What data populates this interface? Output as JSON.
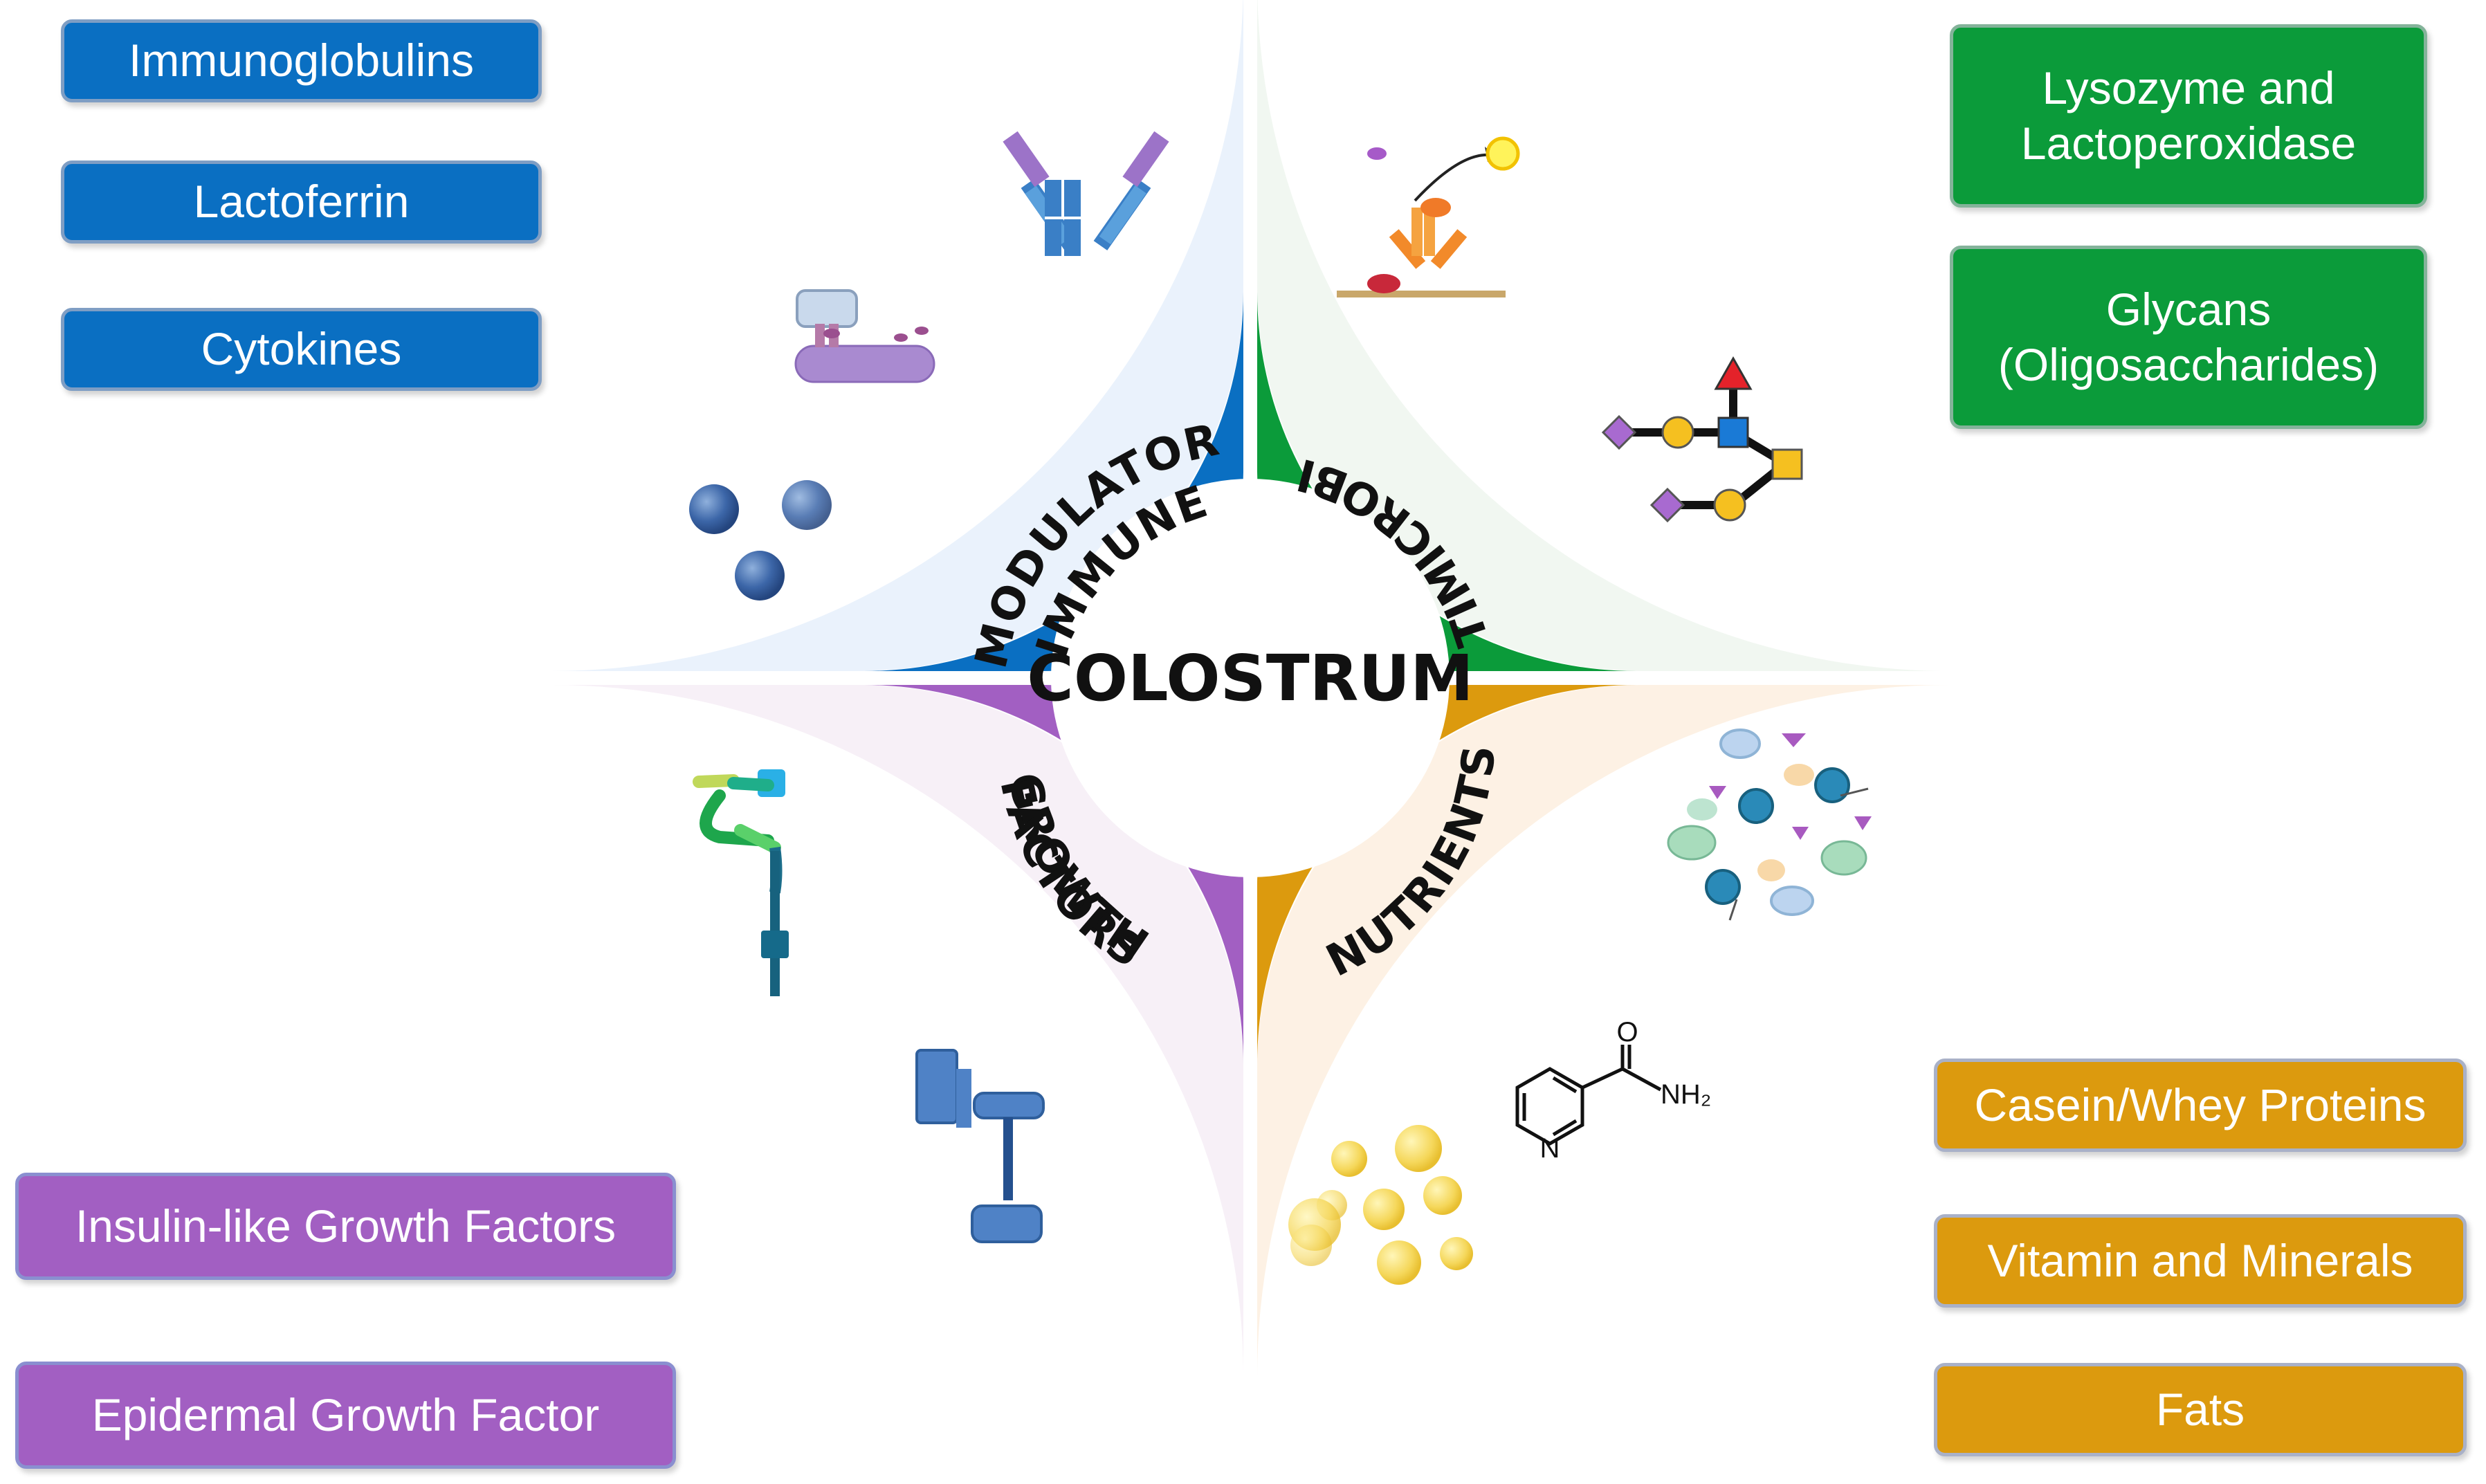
{
  "center": {
    "title": "COLOSTRUM"
  },
  "colors": {
    "immune": "#0a6fc2",
    "antimicrobial": "#0b9b3a",
    "growth": "#a25fc2",
    "nutrients": "#dc9a0e",
    "immune_bg": "#eaf2fc",
    "antimicrobial_bg": "#f1f7f1",
    "growth_bg": "#f7f0f7",
    "nutrients_bg": "#fdf1e4"
  },
  "segments": {
    "immune": {
      "line1": "IMMUNE",
      "line2": "MODULATOR"
    },
    "antimicrobial": {
      "label": "ANTIMICROBIAL"
    },
    "growth": {
      "line1": "GROWTH",
      "line2": "FACTORS"
    },
    "nutrients": {
      "label": "NUTRIENTS"
    }
  },
  "boxes": {
    "immune": [
      "Immunoglobulins",
      "Lactoferrin",
      "Cytokines"
    ],
    "antimicrobial": {
      "lysozyme": {
        "line1": "Lysozyme and",
        "line2": "Lactoperoxidase"
      },
      "glycans": {
        "line1": "Glycans",
        "line2": "(Oligosaccharides)"
      }
    },
    "growth": [
      "Insulin-like Growth Factors",
      "Epidermal Growth Factor"
    ],
    "nutrients": [
      "Casein/Whey Proteins",
      "Vitamin and Minerals",
      "Fats"
    ]
  },
  "icons": {
    "immune": [
      "antibody-icon",
      "receptor-cell-icon",
      "cytokine-spheres-icon"
    ],
    "antimicrobial": [
      "enzyme-reaction-icon",
      "glycan-chain-icon"
    ],
    "growth": [
      "receptor-protein-icon",
      "growth-factor-dimer-icon"
    ],
    "nutrients": [
      "protein-cluster-icon",
      "nicotinamide-molecule-icon",
      "fat-droplets-icon"
    ]
  },
  "molecule": {
    "oxygen": "O",
    "nitrogen": "N",
    "amine": "NH₂"
  }
}
